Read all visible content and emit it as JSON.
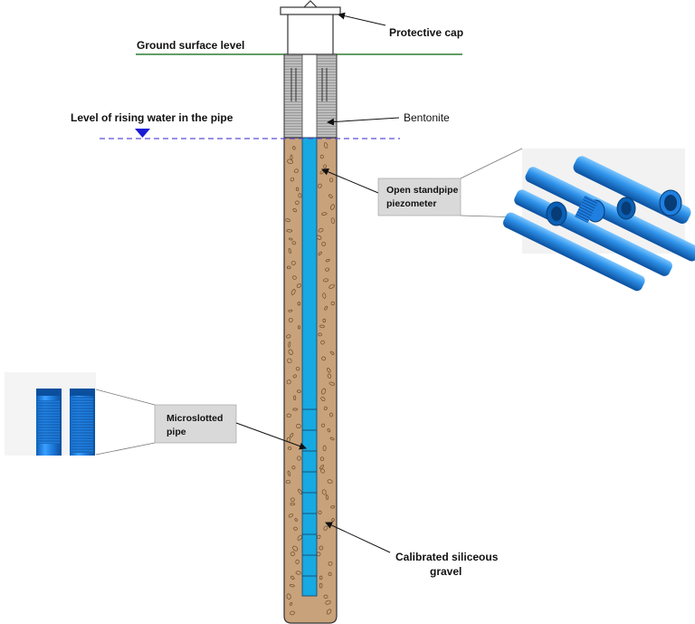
{
  "labels": {
    "protective_cap": "Protective cap",
    "ground_surface": "Ground surface level",
    "water_level": "Level of rising water in the pipe",
    "bentonite": "Bentonite",
    "standpipe_line1": "Open standpipe",
    "standpipe_line2": "piezometer",
    "microslotted_line1": "Microslotted",
    "microslotted_line2": "pipe",
    "gravel_line1": "Calibrated siliceous",
    "gravel_line2": "gravel"
  },
  "colors": {
    "ground_line": "#2e7d32",
    "water_line": "#5b4fd6",
    "pipe_blue": "#17a9e1",
    "gravel": "#c8a27a",
    "bentonite": "#b9b9b9",
    "label_box": "#d9d9d9",
    "photo_pipe_blue": "#1f7fe0"
  },
  "icons": [
    "water-level-triangle-icon"
  ]
}
